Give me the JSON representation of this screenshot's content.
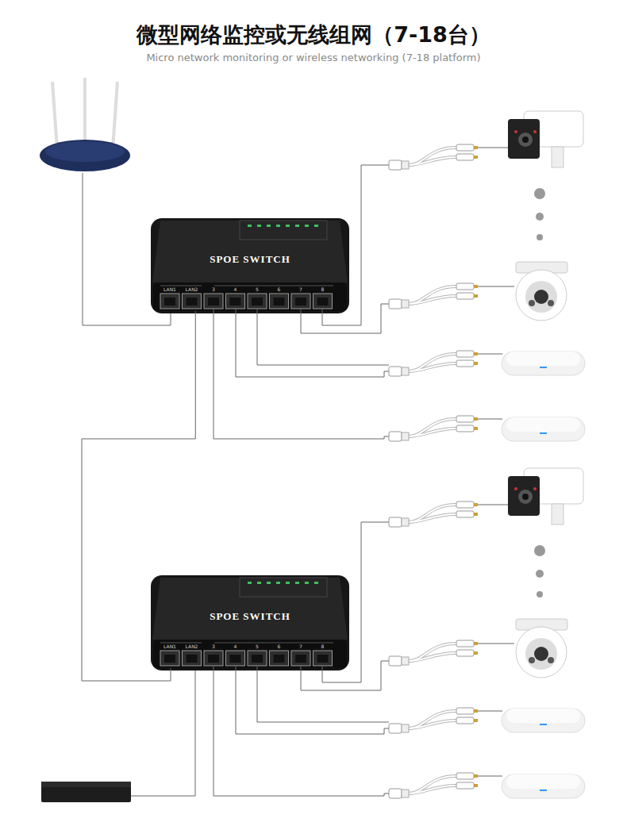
{
  "diagram": {
    "title": "微型网络监控或无线组网（7-18台）",
    "nodes": [
      {
        "text": [
          "SPOE SWITCH"
        ]
      },
      {
        "text": [
          "SPOE SWITCH"
        ]
      }
    ],
    "edges": [
      {
        "from": 0,
        "to": 1,
        "arrow": "none"
      }
    ],
    "labels": [
      "Micro network monitoring or wireless networking (7-18 platform)",
      "LAN1",
      "LAN2",
      "3",
      "4",
      "5",
      "6",
      "7",
      "8",
      "LAN1",
      "LAN2",
      "3",
      "4",
      "5",
      "6",
      "7",
      "8"
    ]
  }
}
